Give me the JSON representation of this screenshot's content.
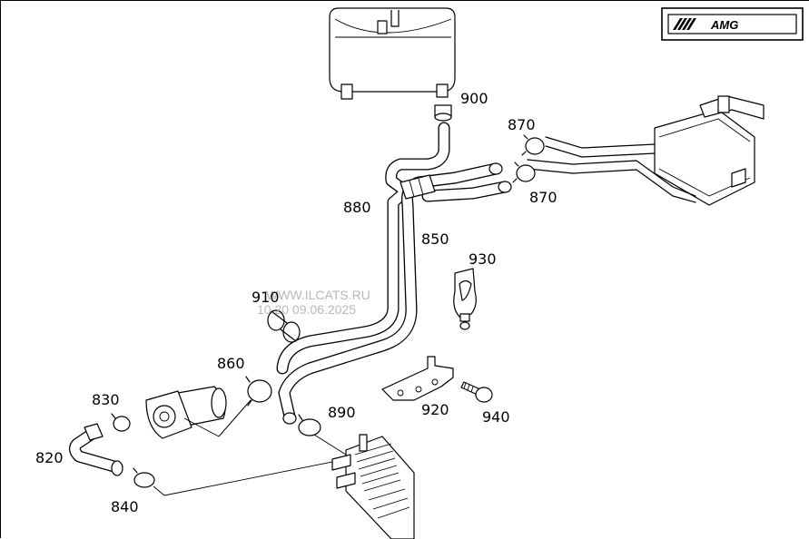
{
  "logo": {
    "text": "AMG"
  },
  "watermark": {
    "line1": "WWW.ILCATS.RU",
    "line2": "10.20 09.06.2025"
  },
  "parts": [
    {
      "id": "900",
      "label": "900"
    },
    {
      "id": "870a",
      "label": "870"
    },
    {
      "id": "870b",
      "label": "870"
    },
    {
      "id": "880",
      "label": "880"
    },
    {
      "id": "850",
      "label": "850"
    },
    {
      "id": "930",
      "label": "930"
    },
    {
      "id": "910",
      "label": "910"
    },
    {
      "id": "860",
      "label": "860"
    },
    {
      "id": "830",
      "label": "830"
    },
    {
      "id": "890",
      "label": "890"
    },
    {
      "id": "920",
      "label": "920"
    },
    {
      "id": "940",
      "label": "940"
    },
    {
      "id": "820",
      "label": "820"
    },
    {
      "id": "840",
      "label": "840"
    }
  ]
}
